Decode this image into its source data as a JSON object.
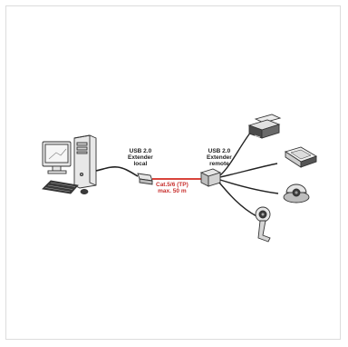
{
  "labels": {
    "local": {
      "line1": "USB 2.0",
      "line2": "Extender",
      "line3": "local"
    },
    "remote": {
      "line1": "USB 2.0",
      "line2": "Extender",
      "line3": "remote"
    },
    "cable": {
      "line1": "Cat.5/6 (TP)",
      "line2": "max. 50 m"
    }
  },
  "colors": {
    "cable": "#d9443c",
    "outline": "#333333",
    "device_fill": "#e6e6e6"
  },
  "icons": [
    "computer-tower-icon",
    "monitor-icon",
    "keyboard-icon",
    "mouse-icon",
    "printer-icon",
    "scanner-icon",
    "webcam-icon",
    "dome-camera-icon"
  ]
}
